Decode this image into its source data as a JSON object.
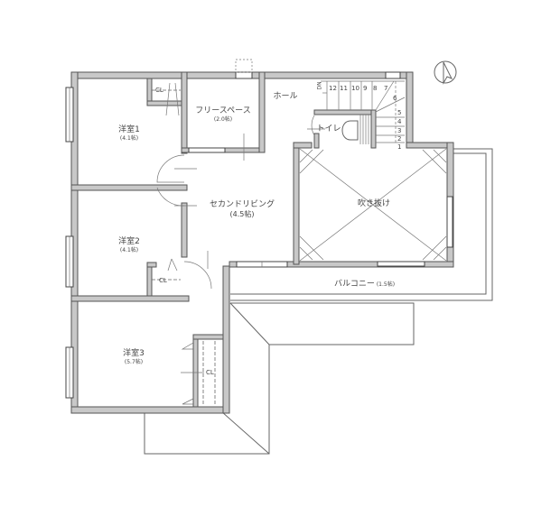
{
  "floor_plan": {
    "colors": {
      "wall_fill": "#c8c8c8",
      "wall_line": "#555555",
      "line": "#666666",
      "text": "#444444",
      "background": "#ffffff"
    },
    "compass": {
      "icon": "north-arrow-icon",
      "direction": "N"
    },
    "rooms": [
      {
        "id": "bedroom1",
        "name": "洋室1",
        "area": "(4.1帖)"
      },
      {
        "id": "bedroom2",
        "name": "洋室2",
        "area": "(4.1帖)"
      },
      {
        "id": "bedroom3",
        "name": "洋室3",
        "area": "(5.7帖)"
      },
      {
        "id": "free_space",
        "name": "フリースペース",
        "area": "(2.0帖)"
      },
      {
        "id": "hall",
        "name": "ホール",
        "area": ""
      },
      {
        "id": "toilet",
        "name": "トイレ",
        "area": ""
      },
      {
        "id": "second_living",
        "name": "セカンドリビング",
        "area": "(4.5帖)"
      },
      {
        "id": "atrium",
        "name": "吹き抜け",
        "area": ""
      },
      {
        "id": "balcony",
        "name": "バルコニー",
        "area": "(1.5帖)"
      }
    ],
    "closets": [
      {
        "room": "bedroom1",
        "label": "CL"
      },
      {
        "room": "bedroom2",
        "label": "CL"
      },
      {
        "room": "bedroom3",
        "label": "CL"
      }
    ],
    "stairs": {
      "direction_label": "DN",
      "upper_steps": [
        "12",
        "11",
        "10",
        "9",
        "8",
        "7"
      ],
      "side_steps": [
        "5",
        "4",
        "3",
        "2",
        "1"
      ],
      "landing_step": "6"
    }
  }
}
